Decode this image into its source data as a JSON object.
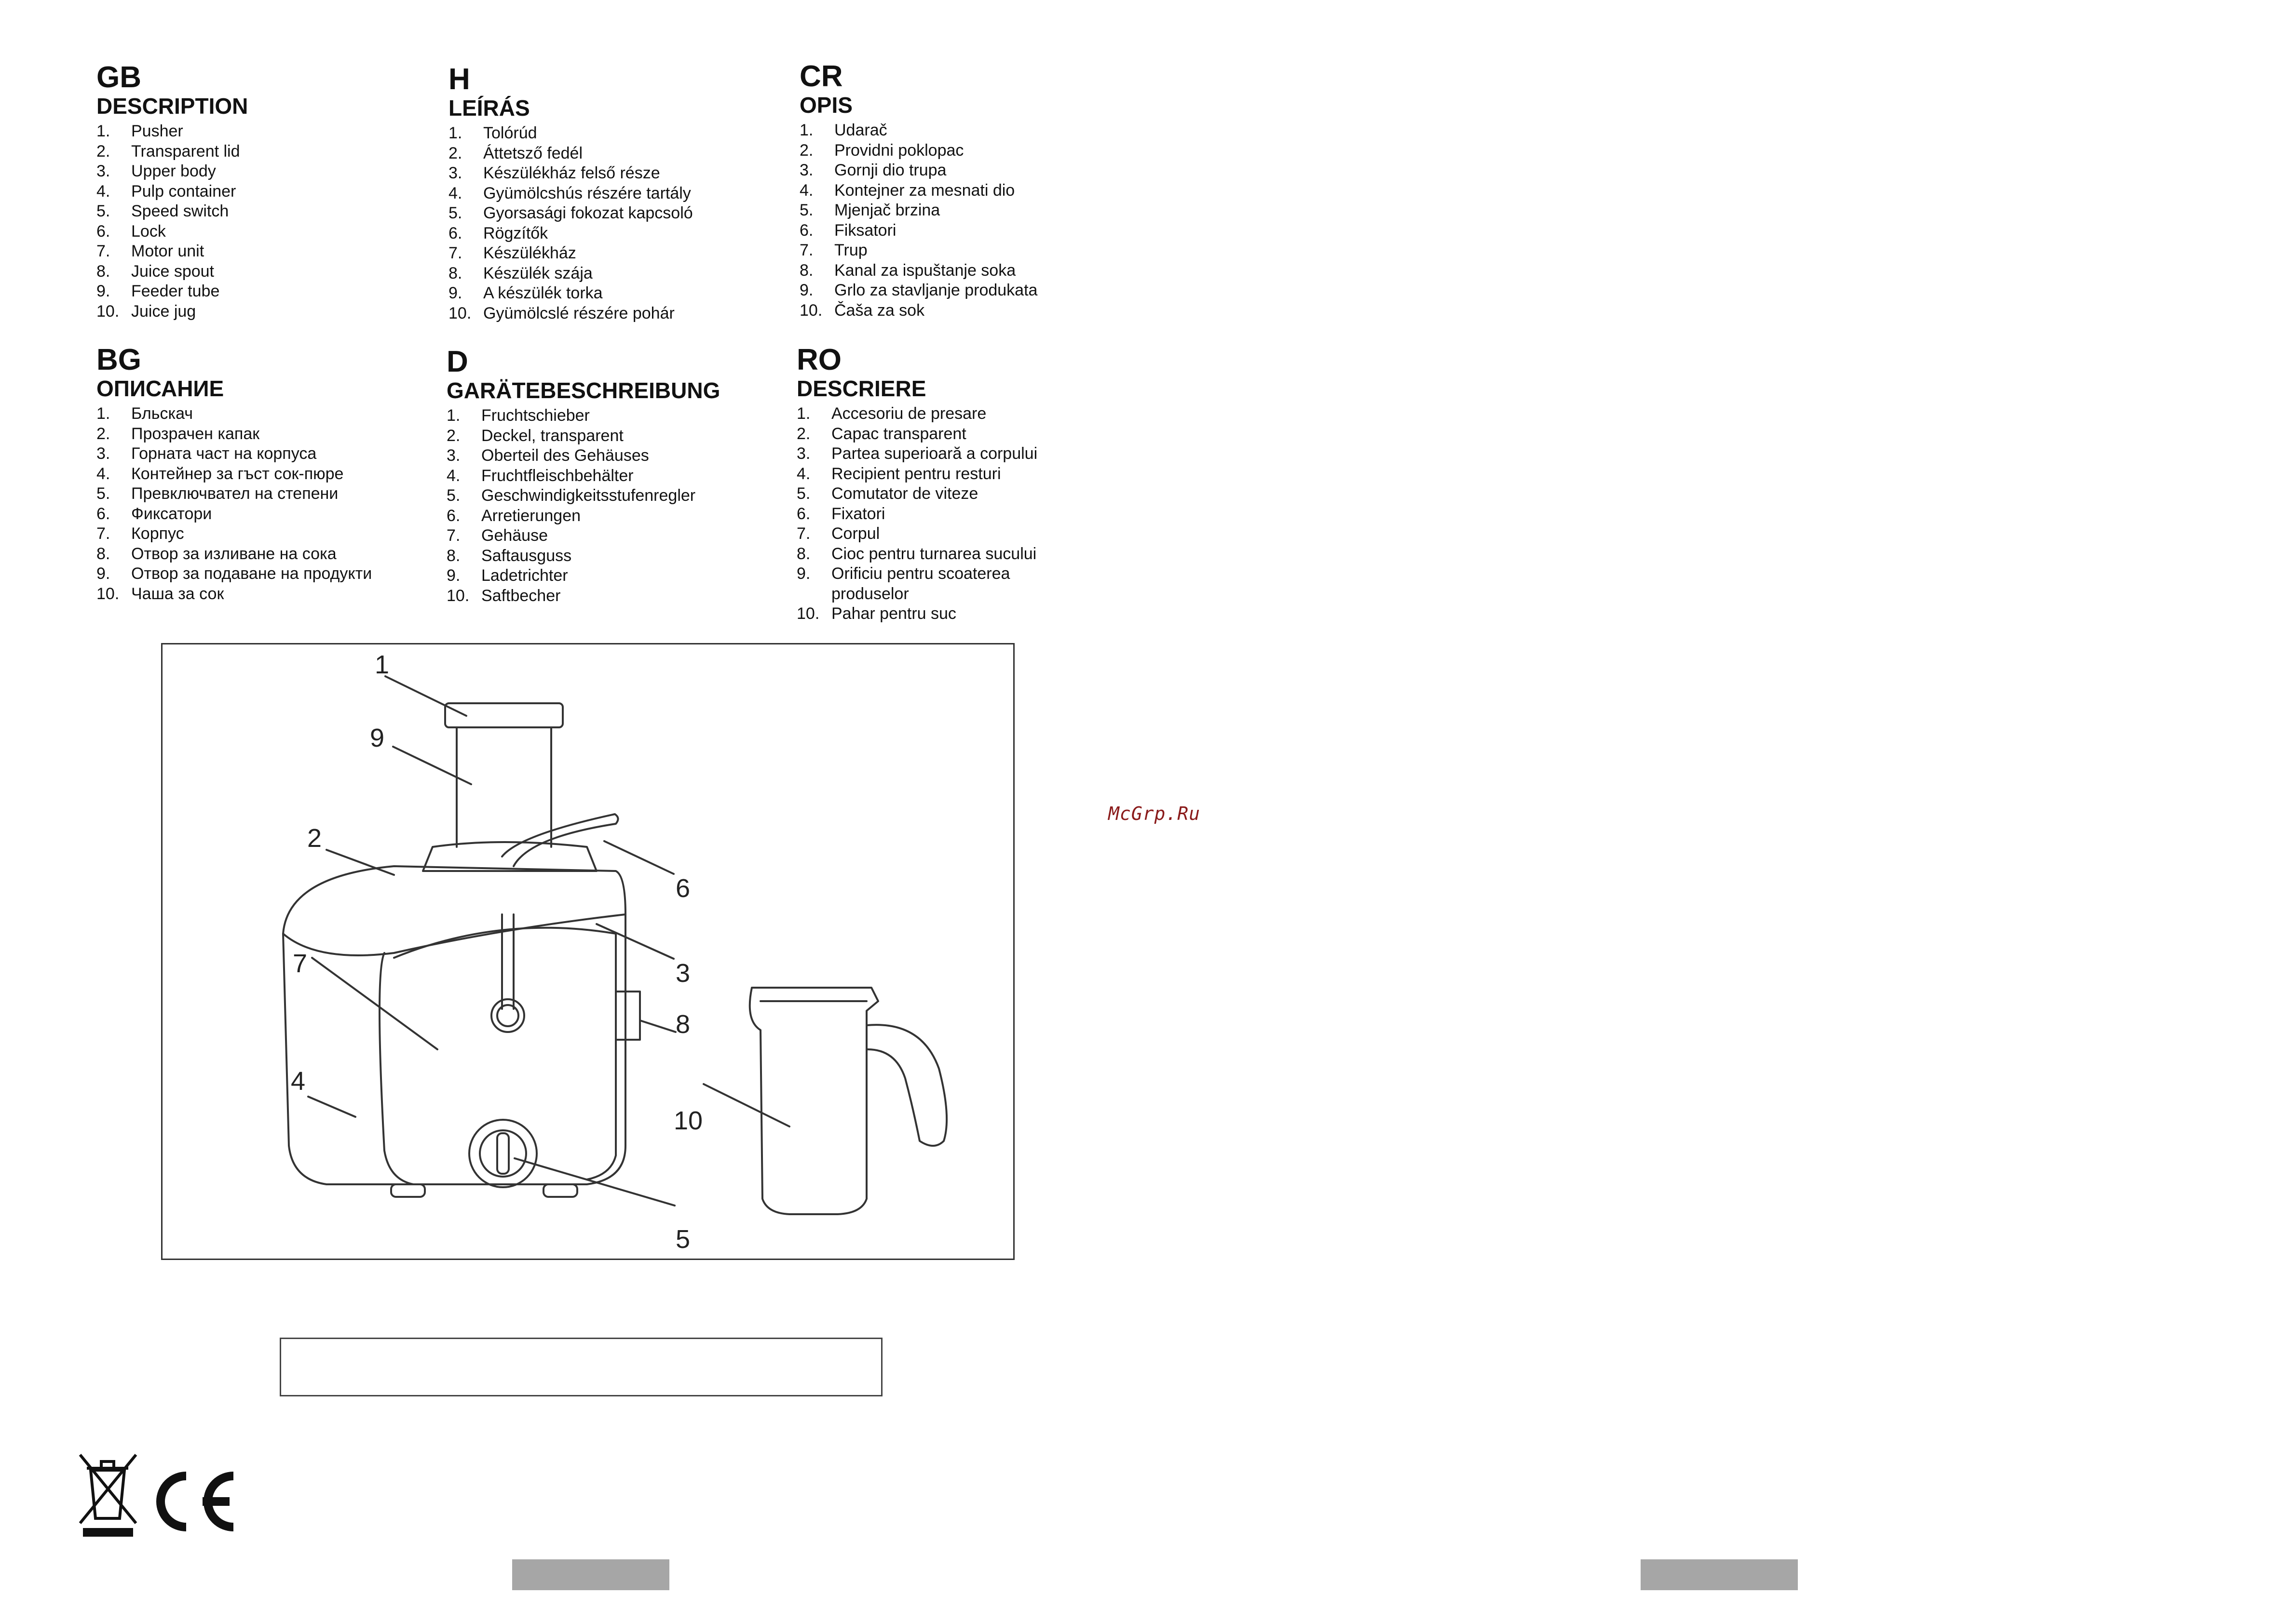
{
  "sections": {
    "gb": {
      "code": "GB",
      "heading": "DESCRIPTION",
      "items": [
        {
          "n": "1.",
          "t": "Pusher"
        },
        {
          "n": "2.",
          "t": "Transparent lid"
        },
        {
          "n": "3.",
          "t": "Upper body"
        },
        {
          "n": "4.",
          "t": "Pulp container"
        },
        {
          "n": "5.",
          "t": "Speed switch"
        },
        {
          "n": "6.",
          "t": "Lock"
        },
        {
          "n": "7.",
          "t": "Motor unit"
        },
        {
          "n": "8.",
          "t": "Juice spout"
        },
        {
          "n": "9.",
          "t": "Feeder tube"
        },
        {
          "n": "10.",
          "t": "Juice jug"
        }
      ]
    },
    "h": {
      "code": "H",
      "heading": "LEÍRÁS",
      "items": [
        {
          "n": "1.",
          "t": "Tolórúd"
        },
        {
          "n": "2.",
          "t": "Áttetsző fedél"
        },
        {
          "n": "3.",
          "t": "Készülékház felső része"
        },
        {
          "n": "4.",
          "t": "Gyümölcshús részére tartály"
        },
        {
          "n": "5.",
          "t": "Gyorsasági fokozat kapcsoló"
        },
        {
          "n": "6.",
          "t": "Rögzítők"
        },
        {
          "n": "7.",
          "t": "Készülékház"
        },
        {
          "n": "8.",
          "t": "Készülék szája"
        },
        {
          "n": "9.",
          "t": "A készülék torka"
        },
        {
          "n": "10.",
          "t": "Gyümölcslé részére pohár"
        }
      ]
    },
    "cr": {
      "code": "CR",
      "heading": "OPIS",
      "items": [
        {
          "n": "1.",
          "t": "Udarač"
        },
        {
          "n": "2.",
          "t": "Providni poklopac"
        },
        {
          "n": "3.",
          "t": "Gornji dio trupa"
        },
        {
          "n": "4.",
          "t": "Kontejner za mesnati dio"
        },
        {
          "n": "5.",
          "t": "Mjenjač brzina"
        },
        {
          "n": "6.",
          "t": "Fiksatori"
        },
        {
          "n": "7.",
          "t": "Trup"
        },
        {
          "n": "8.",
          "t": "Kanal za ispuštanje soka"
        },
        {
          "n": "9.",
          "t": "Grlo za stavljanje produkata"
        },
        {
          "n": "10.",
          "t": "Čaša za sok"
        }
      ]
    },
    "bg": {
      "code": "BG",
      "heading": "ОПИСАНИЕ",
      "items": [
        {
          "n": "1.",
          "t": "Бльскач"
        },
        {
          "n": "2.",
          "t": "Прозрачен капак"
        },
        {
          "n": "3.",
          "t": "Горната част на корпуса"
        },
        {
          "n": "4.",
          "t": "Контейнер за гъст сок-пюре"
        },
        {
          "n": "5.",
          "t": "Превключвател на степени"
        },
        {
          "n": "6.",
          "t": "Фиксатори"
        },
        {
          "n": "7.",
          "t": "Корпус"
        },
        {
          "n": "8.",
          "t": "Отвор за изливане на сока"
        },
        {
          "n": "9.",
          "t": "Отвор за подаване на продукти"
        },
        {
          "n": "10.",
          "t": "Чаша за сок"
        }
      ]
    },
    "d": {
      "code": "D",
      "heading": "GARÄTEBESCHREIBUNG",
      "items": [
        {
          "n": "1.",
          "t": "Fruchtschieber"
        },
        {
          "n": "2.",
          "t": "Deckel, transparent"
        },
        {
          "n": "3.",
          "t": "Oberteil des Gehäuses"
        },
        {
          "n": "4.",
          "t": "Fruchtfleischbehälter"
        },
        {
          "n": "5.",
          "t": "Geschwindigkeitsstufenregler"
        },
        {
          "n": "6.",
          "t": "Arretierungen"
        },
        {
          "n": "7.",
          "t": "Gehäuse"
        },
        {
          "n": "8.",
          "t": "Saftausguss"
        },
        {
          "n": "9.",
          "t": "Ladetrichter"
        },
        {
          "n": "10.",
          "t": "Saftbecher"
        }
      ]
    },
    "ro": {
      "code": "RO",
      "heading": "DESCRIERE",
      "items": [
        {
          "n": "1.",
          "t": "Accesoriu de presare"
        },
        {
          "n": "2.",
          "t": "Capac transparent"
        },
        {
          "n": "3.",
          "t": "Partea superioară a corpului"
        },
        {
          "n": "4.",
          "t": "Recipient pentru resturi"
        },
        {
          "n": "5.",
          "t": "Comutator de viteze"
        },
        {
          "n": "6.",
          "t": "Fixatori"
        },
        {
          "n": "7.",
          "t": "Corpul"
        },
        {
          "n": "8.",
          "t": "Cioc pentru turnarea sucului"
        },
        {
          "n": "9.",
          "t": "Orificiu pentru scoaterea produselor"
        },
        {
          "n": "10.",
          "t": "Pahar pentru suc"
        }
      ]
    }
  },
  "diagram": {
    "callouts": [
      "1",
      "9",
      "2",
      "6",
      "3",
      "7",
      "8",
      "4",
      "10",
      "5"
    ]
  },
  "watermark": "McGrp.Ru",
  "marks": {
    "ce": "CE"
  }
}
